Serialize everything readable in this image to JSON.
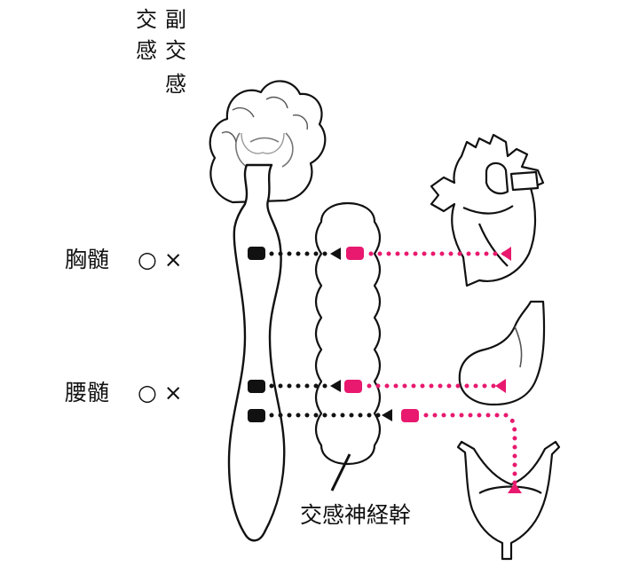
{
  "header": {
    "left": [
      "交",
      "感"
    ],
    "right": [
      "副",
      "交",
      "感"
    ]
  },
  "rows": [
    {
      "label": "胸髄",
      "marks": "○ ×"
    },
    {
      "label": "腰髄",
      "marks": "○ ×"
    }
  ],
  "trunk_label": "交感神経幹",
  "colors": {
    "sympathetic": "#e8196e",
    "preganglionic": "#111111",
    "outline": "#111111"
  },
  "icons": [
    "brain-icon",
    "spinal-cord-icon",
    "sympathetic-chain-icon",
    "heart-icon",
    "stomach-icon",
    "bladder-icon"
  ]
}
